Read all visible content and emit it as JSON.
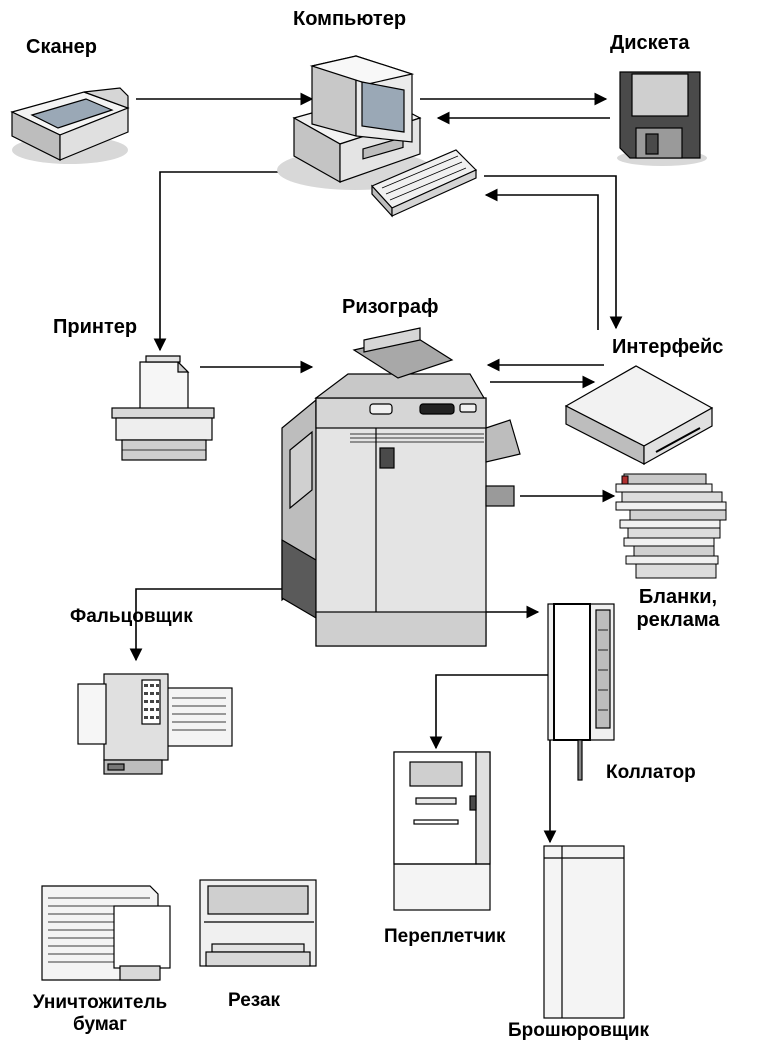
{
  "labels": {
    "computer": "Компьютер",
    "scanner": "Сканер",
    "diskette": "Дискета",
    "printer": "Принтер",
    "risograph": "Ризограф",
    "interface": "Интерфейс",
    "folder": "Фальцовщик",
    "forms_line1": "Бланки,",
    "forms_line2": "реклама",
    "collator": "Коллатор",
    "binder": "Переплетчик",
    "shredder_line1": "Уничтожитель",
    "shredder_line2": "бумаг",
    "cutter": "Резак",
    "stitcher": "Брошюровщик"
  }
}
